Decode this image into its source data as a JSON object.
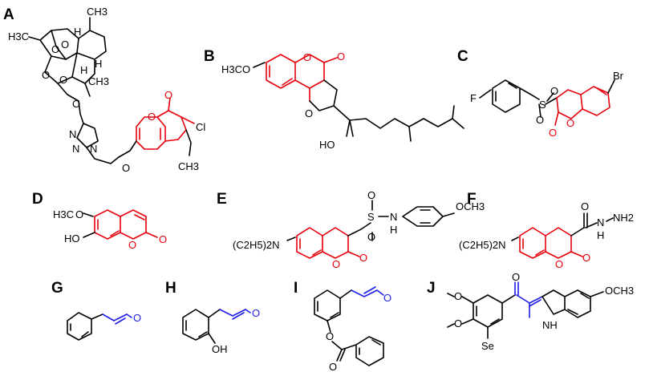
{
  "colors": {
    "black": "#000000",
    "red": "#e8000b",
    "blue": "#1e1ee6"
  },
  "panels": {
    "A": {
      "label": "A",
      "atoms": {
        "ch3_top": "CH3",
        "h3c_left": "H3C",
        "o_peroxide_1": "O",
        "o_peroxide_2": "O",
        "h_ring_1": "H",
        "h_ring_2": "H",
        "o_ring": "O",
        "o_ring_2": "O",
        "ch3_mid": "CH3",
        "h_mid": "H",
        "o_link": "O",
        "n1": "N",
        "n2": "N",
        "n3": "N",
        "o_ether": "O",
        "o_carbonyl": "O",
        "o_lactone": "O",
        "cl": "Cl",
        "ch3_bottom": "CH3"
      }
    },
    "B": {
      "label": "B",
      "atoms": {
        "h3co": "H3CO",
        "o_carbonyl": "O",
        "o_lactone": "O",
        "o_furan": "O",
        "ho": "HO"
      }
    },
    "C": {
      "label": "C",
      "atoms": {
        "f": "F",
        "br": "Br",
        "s": "S",
        "o_s1": "O",
        "o_s2": "O",
        "o_lactone": "O",
        "o_carbonyl": "O"
      }
    },
    "D": {
      "label": "D",
      "atoms": {
        "h3c": "H3C",
        "o_methoxy": "O",
        "ho": "HO",
        "o_lactone": "O",
        "o_carbonyl": "O"
      }
    },
    "E": {
      "label": "E",
      "atoms": {
        "amine": "(C2H5)2N",
        "s": "S",
        "o_s1": "O",
        "o_s2": "O",
        "nh": "N",
        "h": "H",
        "och3": "OCH3",
        "o_lactone": "O",
        "o_carbonyl": "O"
      }
    },
    "F": {
      "label": "F",
      "atoms": {
        "amine": "(C2H5)2N",
        "o_amide": "O",
        "n_h": "N",
        "h": "H",
        "nh2": "NH2",
        "o_lactone": "O",
        "o_carbonyl": "O"
      }
    },
    "G": {
      "label": "G",
      "atoms": {
        "o": "O"
      }
    },
    "H": {
      "label": "H",
      "atoms": {
        "o": "O",
        "oh": "OH"
      }
    },
    "I": {
      "label": "I",
      "atoms": {
        "o_ald": "O",
        "o_ester": "O",
        "o_carbonyl": "O"
      }
    },
    "J": {
      "label": "J",
      "atoms": {
        "o_ketone": "O",
        "och3": "OCH3",
        "nh": "NH",
        "o_top": "O",
        "o_mid": "O",
        "se": "Se"
      }
    }
  }
}
